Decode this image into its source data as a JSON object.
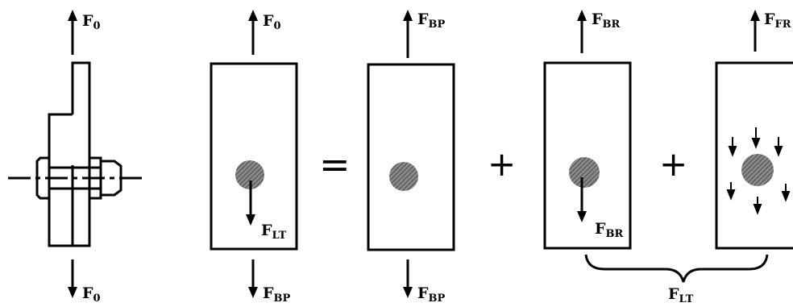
{
  "labels": {
    "fig0_top": {
      "main": "F",
      "sub": "0"
    },
    "fig0_bottom": {
      "main": "F",
      "sub": "0"
    },
    "fig1_top": {
      "main": "F",
      "sub": "0"
    },
    "fig1_bottom": {
      "main": "F",
      "sub": "BP"
    },
    "fig1_load": {
      "main": "F",
      "sub": "LT"
    },
    "fig2_top": {
      "main": "F",
      "sub": "BP"
    },
    "fig2_bottom": {
      "main": "F",
      "sub": "BP"
    },
    "fig3_top": {
      "main": "F",
      "sub": "BR"
    },
    "fig3_load": {
      "main": "F",
      "sub": "BR"
    },
    "fig4_top": {
      "main": "F",
      "sub": "FR"
    },
    "brace": {
      "main": "F",
      "sub": "LT"
    }
  },
  "operators": {
    "equals": "=",
    "plus1": "+",
    "plus2": "+"
  },
  "colors": {
    "stroke": "#000000",
    "hole_fill": "#8a8a8a",
    "background": "#ffffff"
  }
}
